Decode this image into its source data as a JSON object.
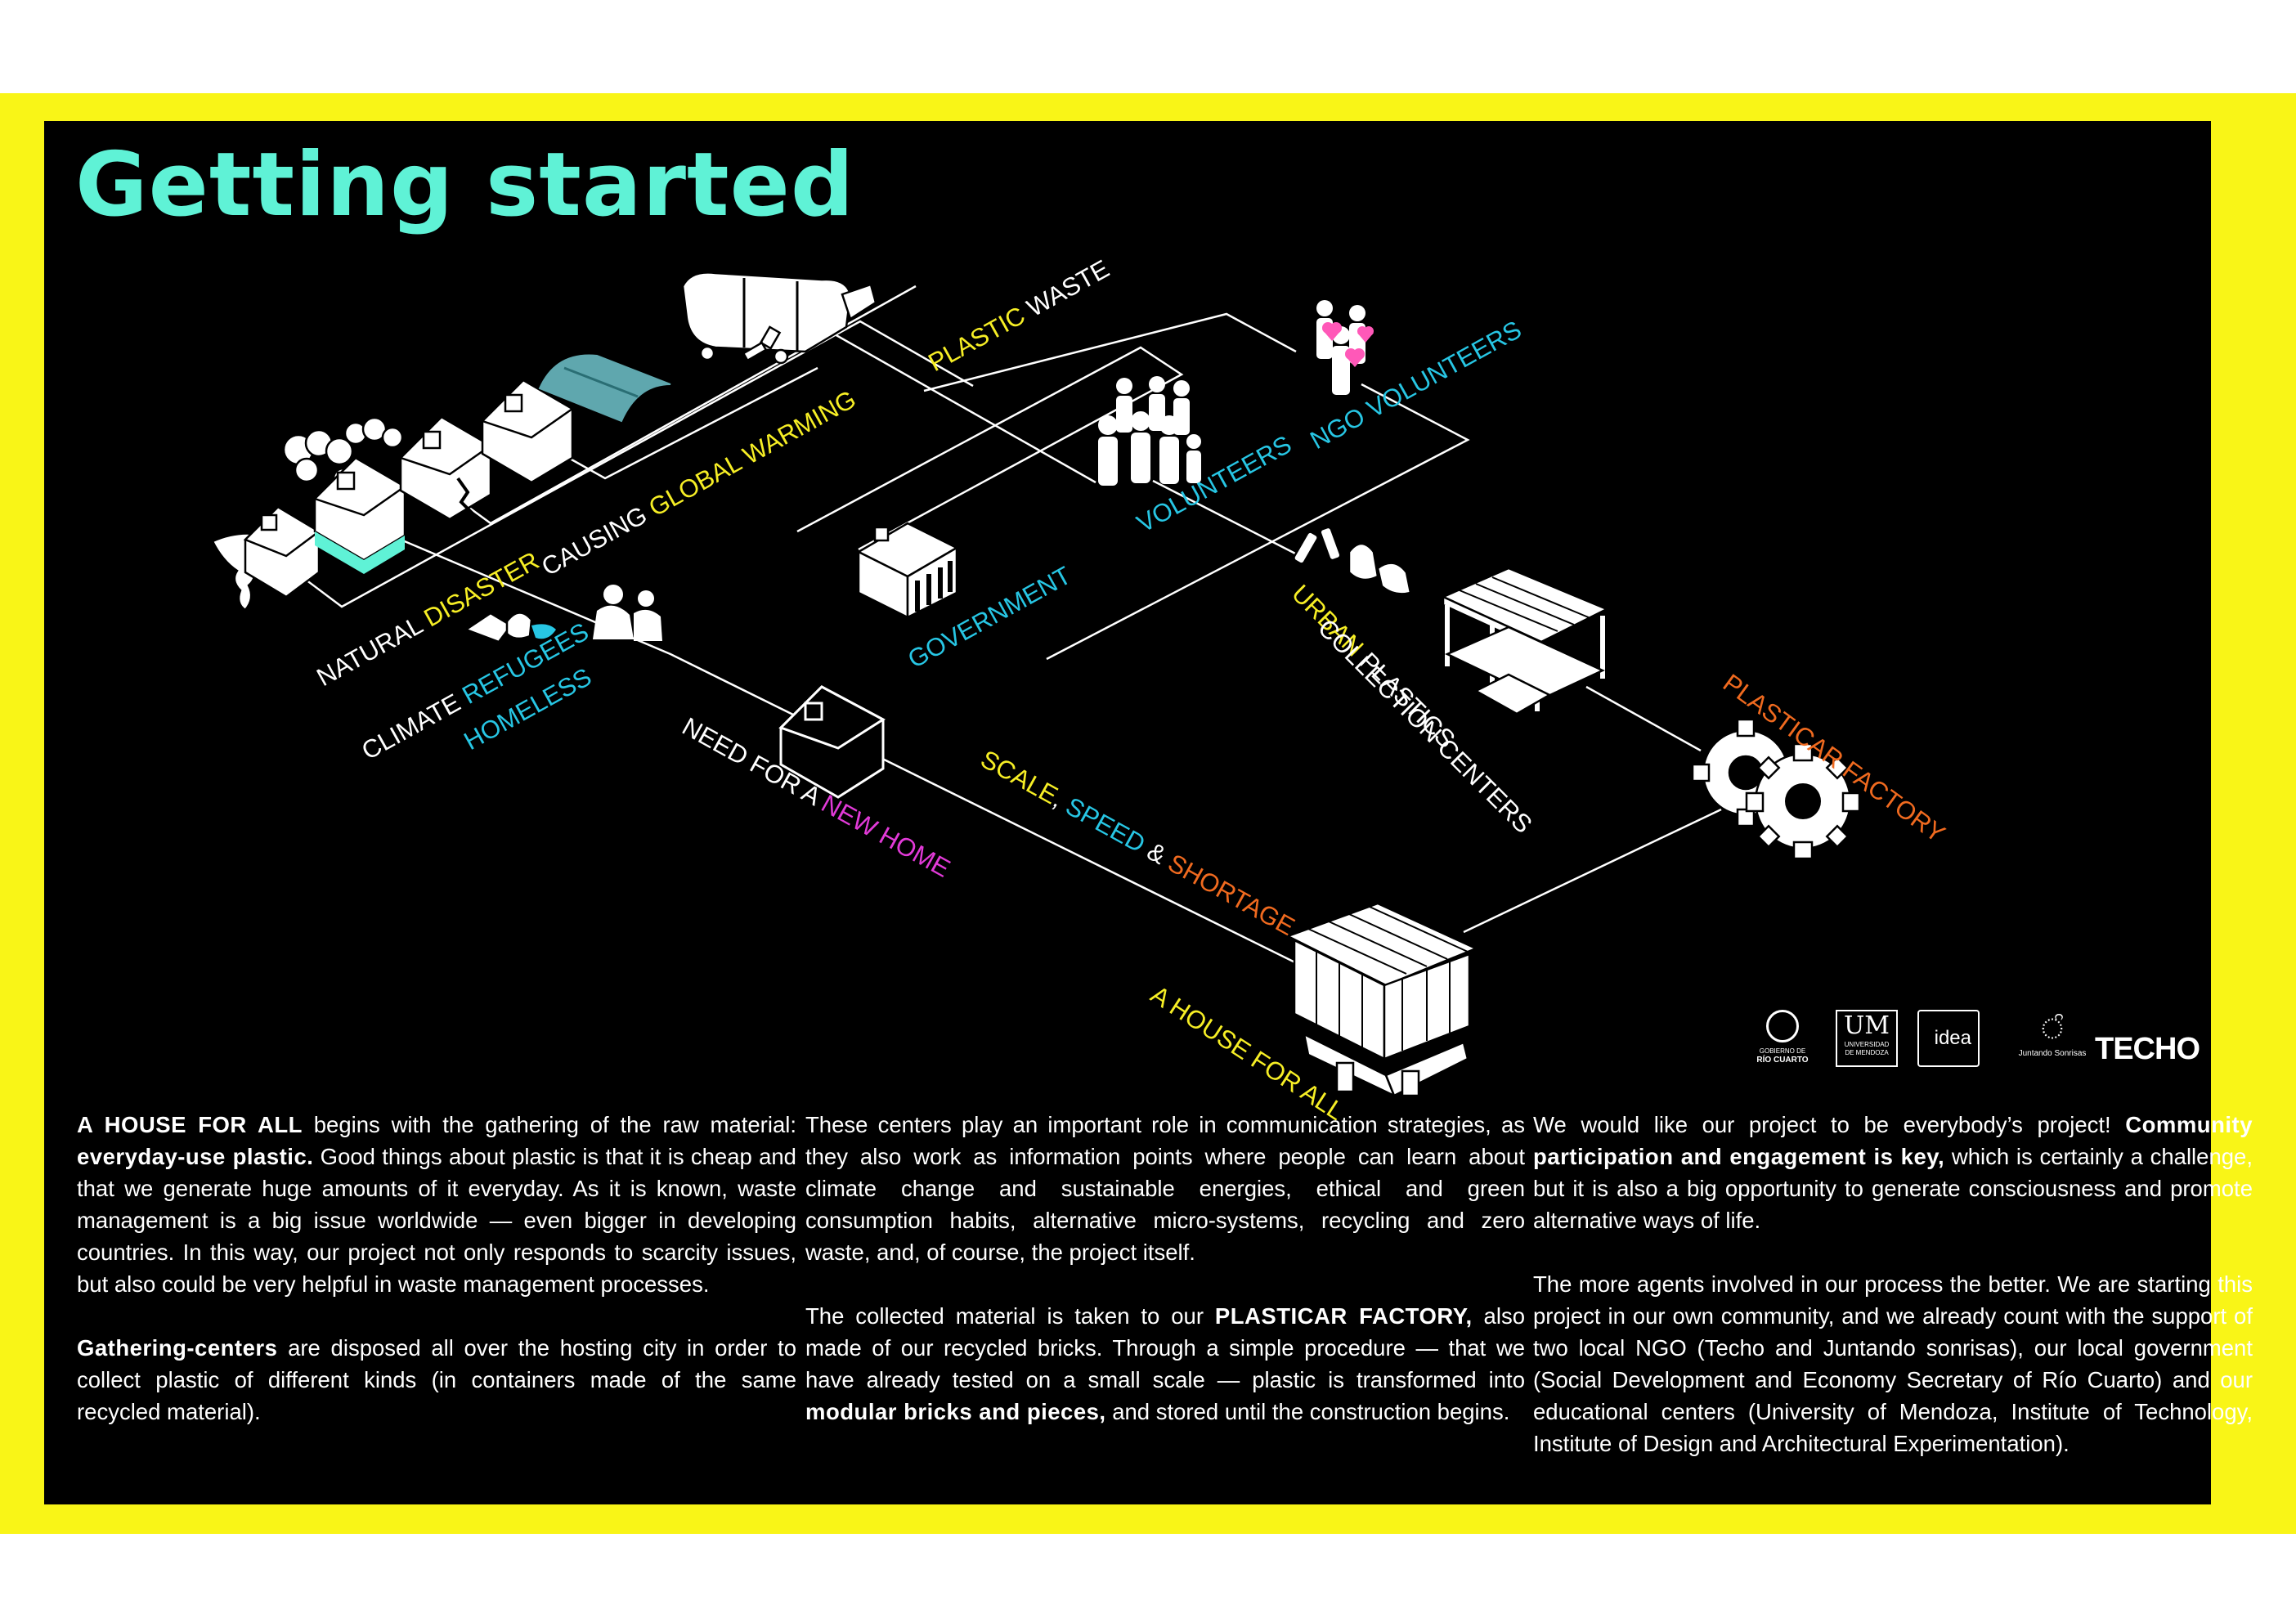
{
  "title": "Getting started",
  "colors": {
    "frame": "#f9f517",
    "panel": "#000000",
    "title": "#5ff2d6",
    "yellow": "#f6ee25",
    "cyan": "#27c6e4",
    "magenta": "#e23ad8",
    "orange": "#f06a1f"
  },
  "diagram": {
    "natural_disaster": [
      "NATURAL ",
      "DISASTER"
    ],
    "causing_global_warming": [
      "CAUSING ",
      "GLOBAL WARMING"
    ],
    "plastic_waste": [
      "PLASTIC",
      " WASTE"
    ],
    "climate_refugees": [
      "CLIMATE ",
      "REFUGEES"
    ],
    "homeless": "HOMELESS",
    "need_new_home": [
      "NEED FOR A ",
      "NEW HOME"
    ],
    "scale_speed_shortage": [
      "SCALE",
      ", ",
      "SPEED",
      " & ",
      "SHORTAGE"
    ],
    "government": "GOVERNMENT",
    "volunteers": "VOLUNTEERS",
    "ngo_volunteers": "NGO VOLUNTEERS",
    "urban_plastics": [
      "URBAN",
      " PLASTICS"
    ],
    "collection_centers": "COLLECTION CENTERS",
    "plasticar_factory": "PLASTICAR FACTORY",
    "house_for_all": "A HOUSE FOR ALL"
  },
  "logos": {
    "rio_cuarto": [
      "GOBIERNO DE",
      "RÍO CUARTO"
    ],
    "um": [
      "UM",
      "UNIVERSIDAD",
      "DE MENDOZA"
    ],
    "idea": "idea",
    "juntando": "Juntando Sonrisas",
    "techo": "TECHO"
  },
  "text": {
    "col1": {
      "p1_b1": "A HOUSE FOR ALL",
      "p1_t1": " begins with the gathering of the raw material: ",
      "p1_b2": "everyday-use plastic.",
      "p1_t2": " Good things about plastic is that it is cheap and that we generate huge amounts of it everyday. As it is known, waste management is a big issue worldwide — even bigger in developing countries. In this way, our project not only responds to scarcity issues, but also could be very helpful in waste management processes.",
      "p2_b1": "Gathering-centers",
      "p2_t1": " are disposed all over the hosting city in order to collect plastic of different kinds (in containers made of the same recycled material)."
    },
    "col2": {
      "p1_t1": "These centers play an important role in communication strategies, as they also work as information points where people can learn about climate change and sustainable energies, ethical and green consumption habits, alternative micro-systems, recycling and zero waste, and, of course, the project itself.",
      "p2_t1": "The collected material is taken to our ",
      "p2_b1": "PLASTICAR FACTORY,",
      "p2_t2": " also made of our recycled bricks. Through a simple procedure — that we have already tested on a small scale — plastic is transformed into ",
      "p2_b2": "modular bricks and pieces,",
      "p2_t3": " and stored until the construction begins."
    },
    "col3": {
      "p1_t1": "We would like our project to be everybody’s project! ",
      "p1_b1": "Community participation and engagement is key,",
      "p1_t2": " which is certainly a challenge, but it is also a big opportunity to generate consciousness and promote alternative ways of life.",
      "p2_t1": "The more agents involved in our process the better. We are starting this project in our own community, and we already count with the support of two local NGO (Techo and Juntando sonrisas),  our local government (Social Development and Economy Secretary of Río Cuarto) and our educational centers (University of Mendoza, Institute of Technology, Institute of Design and Architectural Experimentation)."
    }
  }
}
